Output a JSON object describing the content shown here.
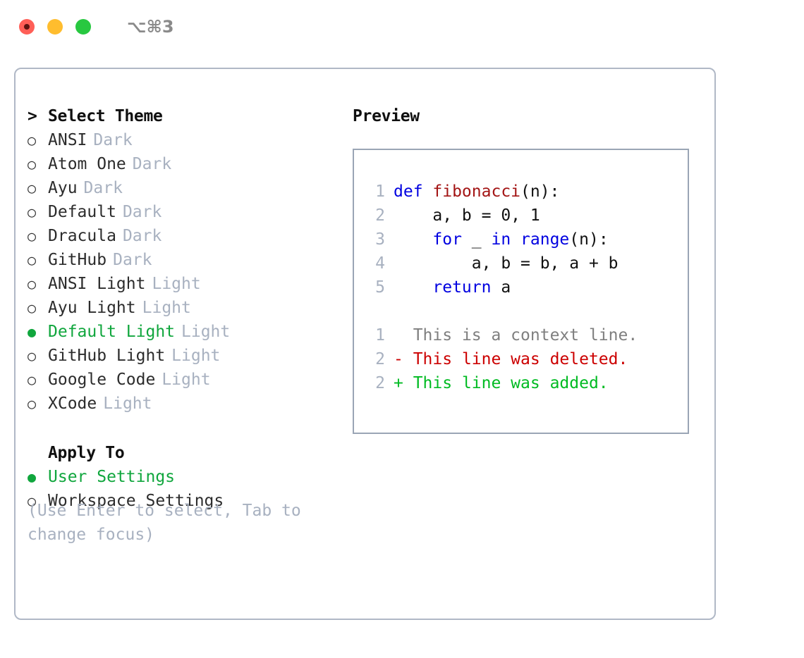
{
  "window": {
    "title": "⌥⌘3",
    "traffic_lights": [
      "close-red",
      "minimize-yellow",
      "maximize-green"
    ],
    "colors": {
      "close": "#ff5f57",
      "minimize": "#ffbd2e",
      "maximize": "#28c840",
      "panel_border": "#b0b8c6",
      "preview_border": "#9aa5b5",
      "accent_green": "#10a63d",
      "muted": "#a8b1c0"
    }
  },
  "theme_section": {
    "caret": ">",
    "header": "Select Theme",
    "bullet_empty": "○",
    "bullet_filled": "●",
    "items": [
      {
        "label": "ANSI",
        "tag": "Dark",
        "selected": false
      },
      {
        "label": "Atom One",
        "tag": "Dark",
        "selected": false
      },
      {
        "label": "Ayu",
        "tag": "Dark",
        "selected": false
      },
      {
        "label": "Default",
        "tag": "Dark",
        "selected": false
      },
      {
        "label": "Dracula",
        "tag": "Dark",
        "selected": false
      },
      {
        "label": "GitHub",
        "tag": "Dark",
        "selected": false
      },
      {
        "label": "ANSI Light",
        "tag": "Light",
        "selected": false
      },
      {
        "label": "Ayu Light",
        "tag": "Light",
        "selected": false
      },
      {
        "label": "Default Light",
        "tag": "Light",
        "selected": true
      },
      {
        "label": "GitHub Light",
        "tag": "Light",
        "selected": false
      },
      {
        "label": "Google Code",
        "tag": "Light",
        "selected": false
      },
      {
        "label": "XCode",
        "tag": "Light",
        "selected": false
      }
    ]
  },
  "apply_section": {
    "header": "Apply To",
    "items": [
      {
        "label": "User Settings",
        "selected": true
      },
      {
        "label": "Workspace Settings",
        "selected": false
      }
    ]
  },
  "hint": "(Use Enter to select, Tab to change focus)",
  "preview": {
    "heading": "Preview",
    "code_lines": [
      {
        "number": "1",
        "segments": [
          {
            "text": "def ",
            "style": "kw"
          },
          {
            "text": "fibonacci",
            "style": "fn"
          },
          {
            "text": "(n):",
            "style": "plain"
          }
        ]
      },
      {
        "number": "2",
        "segments": [
          {
            "text": "    a, b = 0, 1",
            "style": "plain"
          }
        ]
      },
      {
        "number": "3",
        "segments": [
          {
            "text": "    ",
            "style": "plain"
          },
          {
            "text": "for",
            "style": "kw"
          },
          {
            "text": " _ ",
            "style": "plain"
          },
          {
            "text": "in",
            "style": "kw"
          },
          {
            "text": " ",
            "style": "plain"
          },
          {
            "text": "range",
            "style": "kw"
          },
          {
            "text": "(n):",
            "style": "plain"
          }
        ]
      },
      {
        "number": "4",
        "segments": [
          {
            "text": "        a, b = b, a + b",
            "style": "plain"
          }
        ]
      },
      {
        "number": "5",
        "segments": [
          {
            "text": "    ",
            "style": "plain"
          },
          {
            "text": "return",
            "style": "kw"
          },
          {
            "text": " a",
            "style": "plain"
          }
        ]
      }
    ],
    "diff_lines": [
      {
        "number": "1",
        "marker": "  ",
        "text": "This is a context line.",
        "style": "context"
      },
      {
        "number": "2",
        "marker": "- ",
        "text": "This line was deleted.",
        "style": "del"
      },
      {
        "number": "2",
        "marker": "+ ",
        "text": "This line was added.",
        "style": "add"
      }
    ]
  }
}
